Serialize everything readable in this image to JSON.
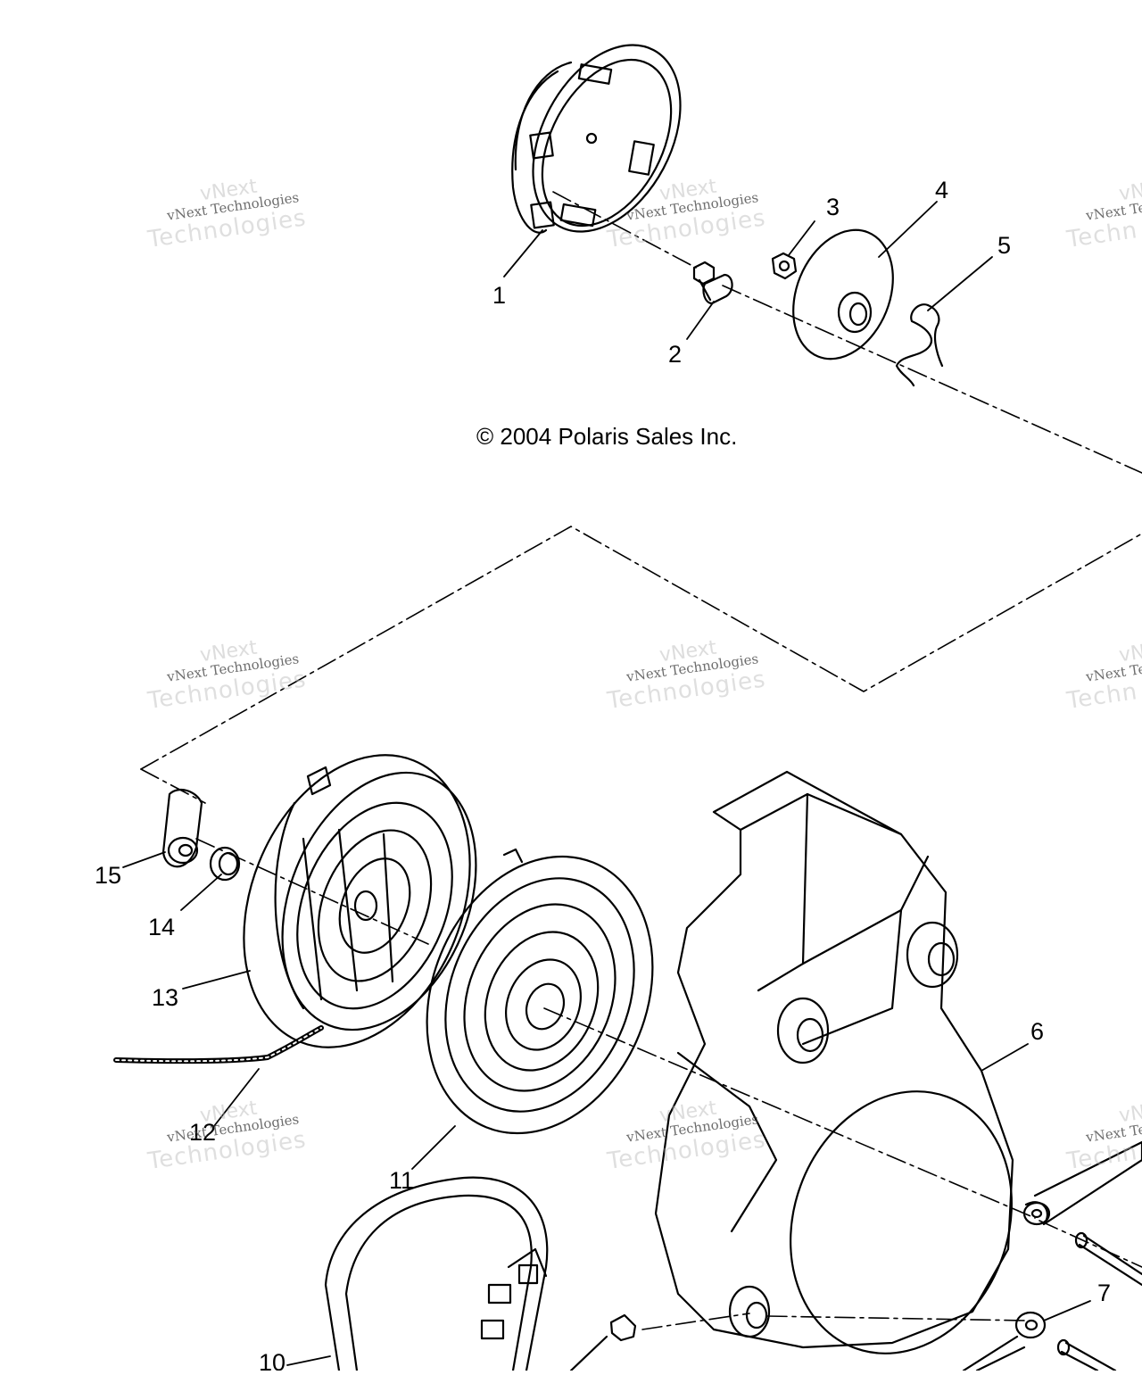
{
  "diagram": {
    "copyright": "© 2004 Polaris Sales Inc.",
    "callouts": [
      "1",
      "2",
      "3",
      "4",
      "5",
      "6",
      "7",
      "10",
      "11",
      "12",
      "13",
      "14",
      "15"
    ],
    "watermark": {
      "line1": "vNext",
      "line2": "vNext Technologies",
      "line3": "Technologies",
      "line2_clipped": "vNext Te",
      "line3_clipped": "Techn"
    }
  }
}
